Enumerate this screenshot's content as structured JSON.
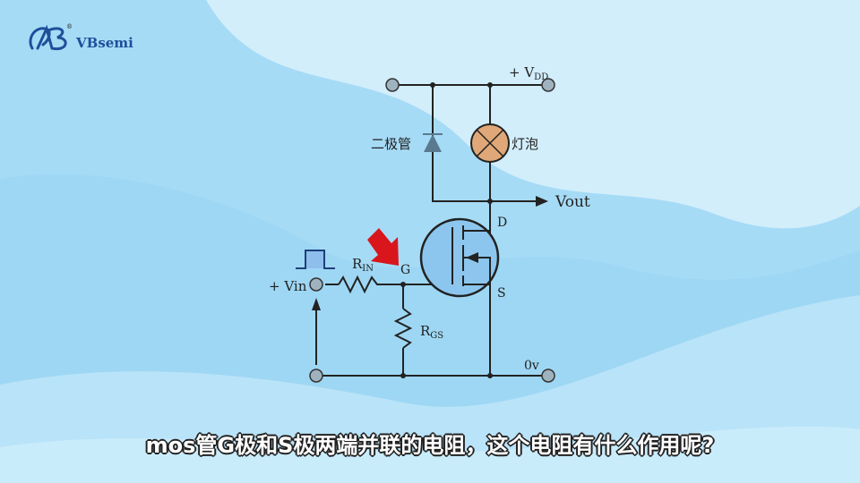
{
  "logo": {
    "brand": "VBsemi",
    "registered": "®"
  },
  "diagram": {
    "vdd_label": "+ V",
    "vdd_sub": "DD",
    "diode_label": "二极管",
    "lamp_label": "灯泡",
    "vout_label": "Vout",
    "drain_label": "D",
    "source_label": "S",
    "gate_label": "G",
    "rin_label": "R",
    "rin_sub": "IN",
    "rgs_label": "R",
    "rgs_sub": "GS",
    "vin_label": "+ Vin",
    "ground_label": "0v"
  },
  "subtitle": "mos管G极和S极两端并联的电阻，这个电阻有什么作用呢?",
  "colors": {
    "lamp": "#e0a878",
    "mosfet_fill": "#8cc6ee",
    "arrow": "#d8161c",
    "diode": "#5a7a90"
  }
}
